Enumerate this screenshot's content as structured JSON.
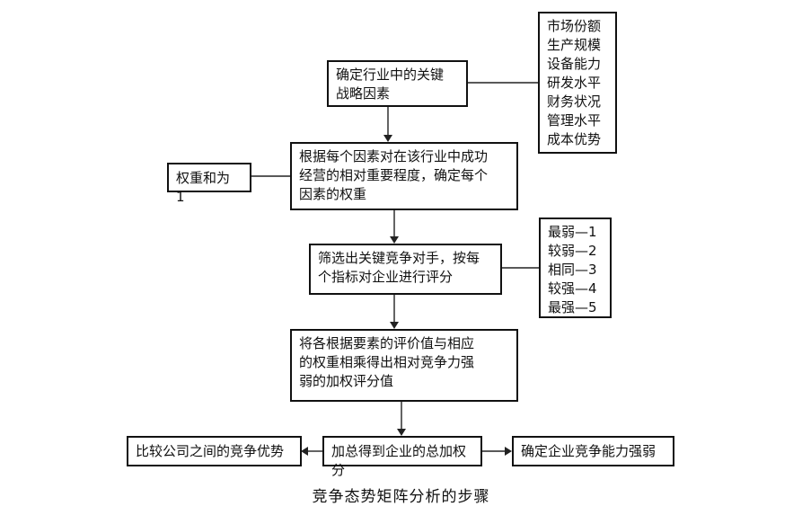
{
  "nodes": {
    "identify_factors": "确定行业中的关键\n战略因素",
    "factor_list": "市场份额\n生产规模\n设备能力\n研发水平\n财务状况\n管理水平\n成本优势",
    "assign_weights": "根据每个因素对在该行业中成功\n经营的相对重要程度，确定每个\n因素的权重",
    "weights_sum": "权重和为 1",
    "rate_competitors": "筛选出关键竞争对手，按每\n个指标对企业进行评分",
    "rating_scale": "最弱—1\n较弱—2\n相同—3\n较强—4\n最强—5",
    "weighted_score": "将各根据要素的评价值与相应\n的权重相乘得出相对竞争力强\n弱的加权评分值",
    "total_score": "加总得到企业的总加权分",
    "compare_advantage": "比较公司之间的竞争优势",
    "determine_strength": "确定企业竞争能力强弱"
  },
  "caption": "竞争态势矩阵分析的步骤"
}
